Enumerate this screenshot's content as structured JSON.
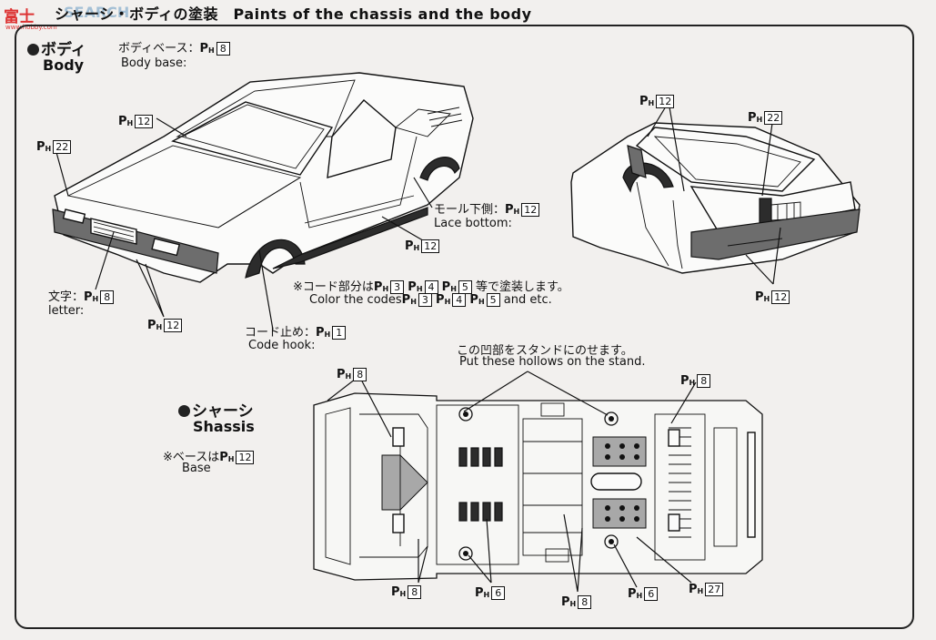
{
  "header": {
    "title": "シャーシ・ボディの塗装　Paints of the chassis and the body",
    "logo_text": "富士",
    "logo_sub": "www.hobby.com",
    "watermark": "SEARCH"
  },
  "body_section": {
    "heading_jp": "ボディ",
    "heading_en": "Body",
    "base_jp": "ボディベース：",
    "base_en": "Body base:",
    "base_code": "8"
  },
  "body_labels": {
    "windshield_code": "12",
    "front_left_code": "22",
    "rear_pillar_code": "12",
    "rear_left_code": "22",
    "lace_jp": "モール下側：",
    "lace_code": "12",
    "lace_en": "Lace bottom:",
    "sill_code": "12",
    "codes_note_jp_prefix": "※コード部分は",
    "codes_note_jp_suffix": "等で塗装します。",
    "codes_note_en_prefix": "Color the codes",
    "codes_note_en_suffix": "and etc.",
    "code_a": "3",
    "code_b": "4",
    "code_c": "5",
    "letter_jp": "文字：",
    "letter_code": "8",
    "letter_en": "letter:",
    "grille_code": "12",
    "hook_jp": "コード止め：",
    "hook_code": "1",
    "hook_en": "Code hook:",
    "rear_bumper_code": "12"
  },
  "chassis_section": {
    "heading_jp": "シャーシ",
    "heading_en": "Shassis",
    "base_note_jp": "※ベースは",
    "base_note_code": "12",
    "base_note_en": "Base",
    "stand_jp": "この凹部をスタンドにのせます。",
    "stand_en": "Put these  hollows on the stand.",
    "front_top_code": "8",
    "rear_top_code": "8",
    "bottom_code_1": "8",
    "bottom_code_2": "6",
    "bottom_code_3": "8",
    "bottom_code_4": "6",
    "bottom_code_5": "27"
  },
  "paint_prefix": "P",
  "paint_sub": "H"
}
